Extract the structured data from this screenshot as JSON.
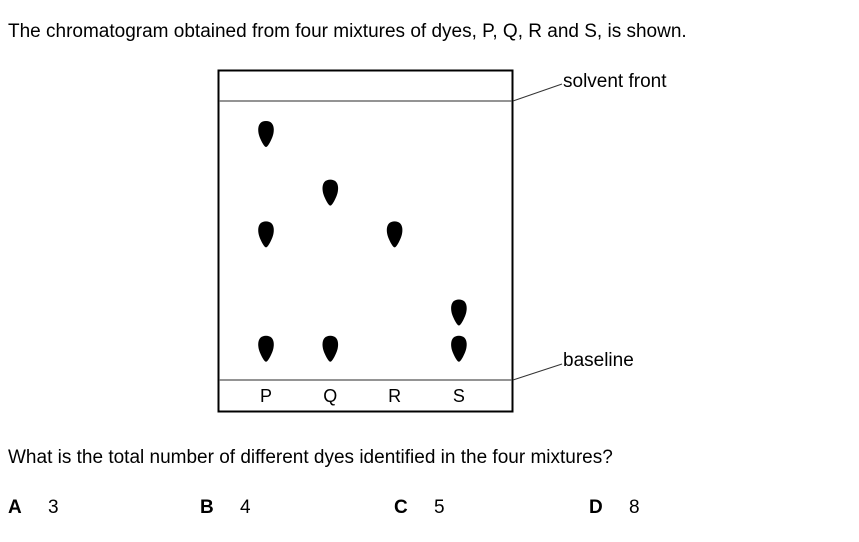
{
  "question_intro": "The chromatogram obtained from four mixtures of dyes, P, Q, R and S, is shown.",
  "diagram": {
    "solvent_front_label": "solvent front",
    "baseline_label": "baseline",
    "lanes": [
      {
        "label": "P",
        "spot_rf": [
          0.88,
          0.52,
          0.11
        ]
      },
      {
        "label": "Q",
        "spot_rf": [
          0.67,
          0.11
        ]
      },
      {
        "label": "R",
        "spot_rf": [
          0.52
        ]
      },
      {
        "label": "S",
        "spot_rf": [
          0.24,
          0.11
        ]
      }
    ]
  },
  "question": "What is the total number of different dyes identified in the four mixtures?",
  "options": [
    {
      "letter": "A",
      "value": "3"
    },
    {
      "letter": "B",
      "value": "4"
    },
    {
      "letter": "C",
      "value": "5"
    },
    {
      "letter": "D",
      "value": "8"
    }
  ]
}
